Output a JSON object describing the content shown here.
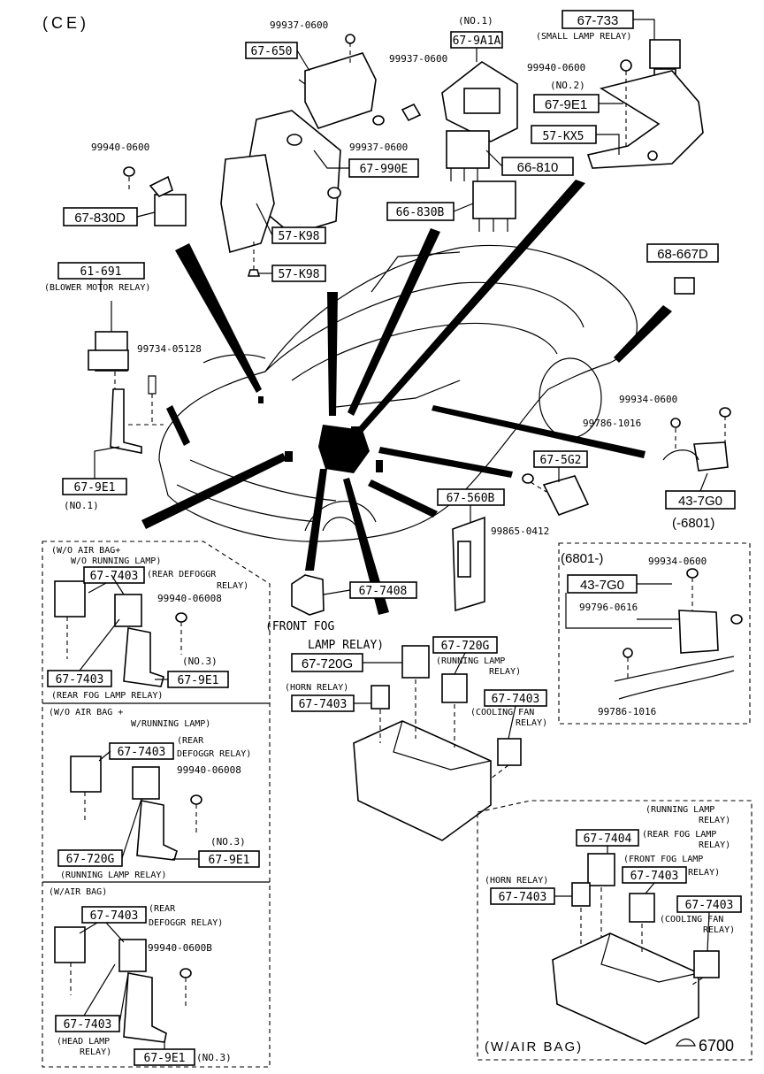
{
  "header": {
    "code": "(CE)"
  },
  "parts": {
    "p67_650": "67-650",
    "p67_9a1a": "67-9A1A",
    "p67_733": "67-733",
    "p67_9e1_no2": "67-9E1",
    "p57_kx5": "57-KX5",
    "p67_990e": "67-990E",
    "p66_810": "66-810",
    "p66_830b": "66-830B",
    "p67_830d": "67-830D",
    "p57_k98_a": "57-K98",
    "p57_k98_b": "57-K98",
    "p68_667d": "68-667D",
    "p61_691": "61-691",
    "p67_9e1_no1": "67-9E1",
    "p67_5g2": "67-5G2",
    "p43_7g0_a": "43-7G0",
    "p67_560b": "67-560B",
    "p67_7408": "67-7408",
    "p43_7g0_b": "43-7G0",
    "p67_720g_a": "67-720G",
    "p67_720g_b": "67-720G",
    "p67_7403_horn": "67-7403",
    "p67_7403_cool": "67-7403",
    "p67_7404": "67-7404",
    "p67_7403_ffog": "67-7403",
    "p67_7403_horn2": "67-7403",
    "p67_7403_cool2": "67-7403",
    "b1_7403_top": "67-7403",
    "b1_7403_bot": "67-7403",
    "b1_9e1": "67-9E1",
    "b2_7403": "67-7403",
    "b2_720g": "67-720G",
    "b2_9e1": "67-9E1",
    "b3_7403_top": "67-7403",
    "b3_7403_bot": "67-7403",
    "b3_9e1": "67-9E1"
  },
  "numbers": {
    "n99937_top": "99937-0600",
    "n99937_mid": "99937-0600",
    "n99937_lower": "99937-0600",
    "n99940_top": "99940-0600",
    "n99940_left": "99940-0600",
    "n99734": "99734-05128",
    "n99934": "99934-0600",
    "n99786": "99786-1016",
    "n99865": "99865-0412",
    "n99934_box": "99934-0600",
    "n99796": "99796-0616",
    "n99786_box": "99786-1016",
    "n99940_b1": "99940-06008",
    "n99940_b2": "99940-06008",
    "n99940_b3": "99940-0600B"
  },
  "notes": {
    "no1_top": "(NO.1)",
    "small_lamp": "(SMALL LAMP RELAY)",
    "no2": "(NO.2)",
    "blower": "(BLOWER MOTOR RELAY)",
    "no1_left": "(NO.1)",
    "range_6801": "(-6801)",
    "range_6801_from": "(6801-)",
    "front_fog_1": "(FRONT FOG",
    "front_fog_2": "LAMP RELAY)",
    "running_lamp_1": "(RUNNING LAMP",
    "running_lamp_2": "RELAY)",
    "horn": "(HORN RELAY)",
    "cooling_1": "(COOLING FAN",
    "cooling_2": "RELAY)",
    "rl2_1": "(RUNNING LAMP",
    "rl2_2": "RELAY)",
    "rear_fog_1": "(REAR FOG LAMP",
    "rear_fog_2": "RELAY)",
    "ffog2_1": "(FRONT FOG LAMP",
    "ffog2_2": "RELAY)",
    "horn2": "(HORN RELAY)",
    "cool2_1": "(COOLING FAN",
    "cool2_2": "RELAY)",
    "with_airbag": "(W/AIR BAG)",
    "ref_6700": "6700"
  },
  "box1": {
    "title1": "(W/O AIR BAG+",
    "title2": "W/O RUNNING LAMP)",
    "rear_def_1": "(REAR DEFOGGR",
    "rear_def_2": "RELAY)",
    "no3": "(NO.3)",
    "rear_fog": "(REAR FOG LAMP RELAY)"
  },
  "box2": {
    "title1": "(W/O AIR BAG +",
    "title2": "W/RUNNING LAMP)",
    "rear_1": "(REAR",
    "rear_2": "DEFOGGR RELAY)",
    "no3": "(NO.3)",
    "running": "(RUNNING LAMP RELAY)"
  },
  "box3": {
    "title": "(W/AIR BAG)",
    "rear_1": "(REAR",
    "rear_2": "DEFOGGR RELAY)",
    "head_1": "(HEAD LAMP",
    "head_2": "RELAY)",
    "no3": "(NO.3)"
  }
}
